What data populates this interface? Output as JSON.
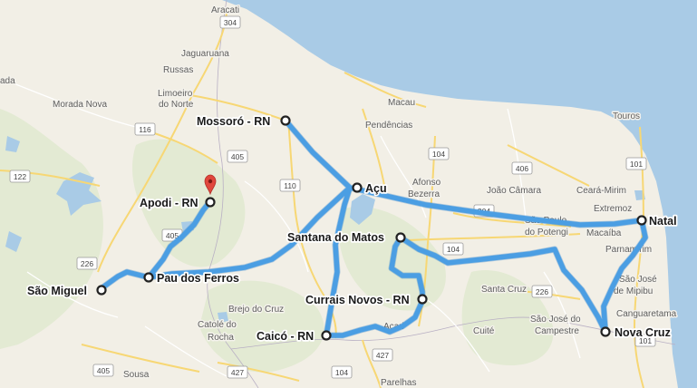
{
  "colors": {
    "land": "#f2efe6",
    "relief": "#e3ead3",
    "water": "#a9cbe6",
    "route": "#4b9ee3",
    "pin": "#e0473c"
  },
  "waypoints": [
    {
      "id": "mossoro",
      "label": "Mossoró - RN"
    },
    {
      "id": "apodi",
      "label": "Apodi - RN"
    },
    {
      "id": "acu",
      "label": "Açu"
    },
    {
      "id": "natal",
      "label": "Natal"
    },
    {
      "id": "santana",
      "label": "Santana do Matos"
    },
    {
      "id": "paudosferros",
      "label": "Pau dos Ferros"
    },
    {
      "id": "saomiguel",
      "label": "São Miguel"
    },
    {
      "id": "curraisnovos",
      "label": "Currais Novos - RN"
    },
    {
      "id": "caico",
      "label": "Caicó - RN"
    },
    {
      "id": "novacruz",
      "label": "Nova Cruz"
    }
  ],
  "places": [
    {
      "id": "aracati",
      "label": "Aracati"
    },
    {
      "id": "jaguaruana",
      "label": "Jaguaruana"
    },
    {
      "id": "russas",
      "label": "Russas"
    },
    {
      "id": "limoeiro1",
      "label": "Limoeiro"
    },
    {
      "id": "limoeiro2",
      "label": "do Norte"
    },
    {
      "id": "moradanova",
      "label": "Morada Nova"
    },
    {
      "id": "ada",
      "label": "ada"
    },
    {
      "id": "macau",
      "label": "Macau"
    },
    {
      "id": "pendencias",
      "label": "Pendências"
    },
    {
      "id": "touros",
      "label": "Touros"
    },
    {
      "id": "afonso",
      "label": "Afonso"
    },
    {
      "id": "bezerra",
      "label": "Bezerra"
    },
    {
      "id": "joaocamara",
      "label": "João Câmara"
    },
    {
      "id": "cearamirim",
      "label": "Ceará-Mirim"
    },
    {
      "id": "extremoz",
      "label": "Extremoz"
    },
    {
      "id": "saopaulo1",
      "label": "São Paulo"
    },
    {
      "id": "saopaulo2",
      "label": "do Potengi"
    },
    {
      "id": "macaiba",
      "label": "Macaíba"
    },
    {
      "id": "parnamirim",
      "label": "Parnamirim"
    },
    {
      "id": "saojose1",
      "label": "São José"
    },
    {
      "id": "saojose2",
      "label": "de Mipibu"
    },
    {
      "id": "canguaretama",
      "label": "Canguaretama"
    },
    {
      "id": "santacruz",
      "label": "Santa Cruz"
    },
    {
      "id": "saojosec1",
      "label": "São José do"
    },
    {
      "id": "saojosec2",
      "label": "Campestre"
    },
    {
      "id": "cuite",
      "label": "Cuité"
    },
    {
      "id": "acari",
      "label": "Acari"
    },
    {
      "id": "brejo",
      "label": "Brejo do Cruz"
    },
    {
      "id": "catole1",
      "label": "Catolé do"
    },
    {
      "id": "catole2",
      "label": "Rocha"
    },
    {
      "id": "sousa",
      "label": "Sousa"
    },
    {
      "id": "parelhas",
      "label": "Parelhas"
    }
  ],
  "shields": [
    {
      "id": "s304a",
      "label": "304"
    },
    {
      "id": "s116",
      "label": "116"
    },
    {
      "id": "s405a",
      "label": "405"
    },
    {
      "id": "s122",
      "label": "122"
    },
    {
      "id": "s110",
      "label": "110"
    },
    {
      "id": "s104a",
      "label": "104"
    },
    {
      "id": "s406",
      "label": "406"
    },
    {
      "id": "s304b",
      "label": "304"
    },
    {
      "id": "s101a",
      "label": "101"
    },
    {
      "id": "s405b",
      "label": "405"
    },
    {
      "id": "s226a",
      "label": "226"
    },
    {
      "id": "s104b",
      "label": "104"
    },
    {
      "id": "s226b",
      "label": "226"
    },
    {
      "id": "s101b",
      "label": "101"
    },
    {
      "id": "s427a",
      "label": "427"
    },
    {
      "id": "s405c",
      "label": "405"
    },
    {
      "id": "s427b",
      "label": "427"
    },
    {
      "id": "s104c",
      "label": "104"
    }
  ]
}
